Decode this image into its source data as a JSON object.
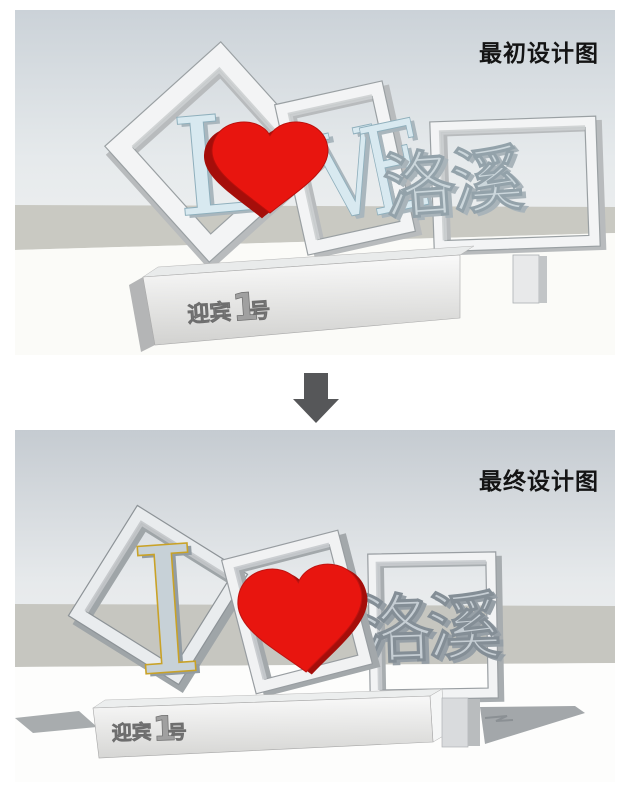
{
  "panels": {
    "initial": {
      "caption": "最初设计图",
      "letters": {
        "l": "L",
        "v": "V",
        "e": "E"
      },
      "place_name": "洛溪",
      "base_text_parts": [
        "迎宾",
        "1",
        "号"
      ]
    },
    "final": {
      "caption": "最终设计图",
      "letters": {
        "i": "I"
      },
      "place_name": "洛溪",
      "base_text_parts": [
        "迎宾",
        "1",
        "号"
      ]
    }
  },
  "transition_arrow": {
    "direction": "down"
  },
  "colors": {
    "heart_red": "#e8150f",
    "heart_red_dark": "#a50e0a",
    "heart_edge": "#b80f0b",
    "gold_trim": "#c9a227",
    "arrow_gray": "#565759"
  }
}
